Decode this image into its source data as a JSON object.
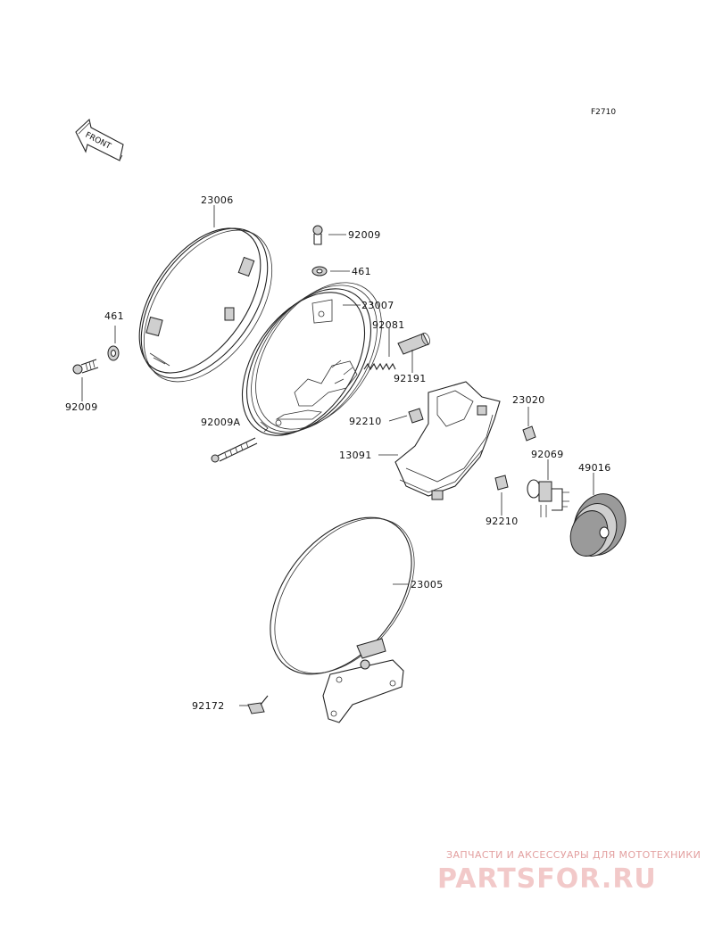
{
  "diagram_code": "F2710",
  "front_label": "FRONT",
  "parts": {
    "p23006": "23006",
    "p461_left": "461",
    "p92009_left": "92009",
    "p92009_top": "92009",
    "p461_top": "461",
    "p23007": "23007",
    "p92081": "92081",
    "p92191": "92191",
    "p92009A": "92009A",
    "p92210_upper": "92210",
    "p13091": "13091",
    "p23020": "23020",
    "p92069": "92069",
    "p49016": "49016",
    "p92210_lower": "92210",
    "p23005": "23005",
    "p92172": "92172"
  },
  "watermark": {
    "tagline": "ЗАПЧАСТИ И АКСЕССУАРЫ ДЛЯ МОТОТЕХНИКИ",
    "brand": "PARTSFOR.RU"
  }
}
